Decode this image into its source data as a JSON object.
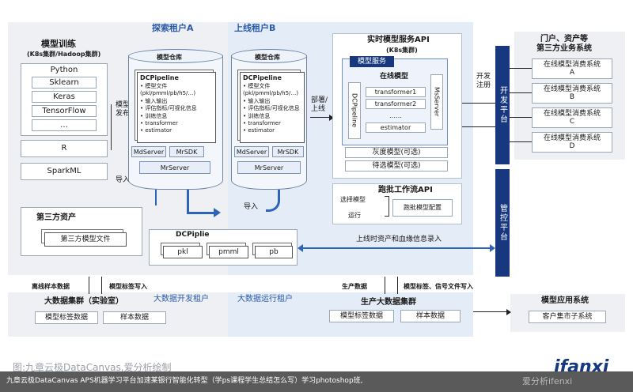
{
  "colors": {
    "dark_blue": "#17387f",
    "accent_blue": "#2a5aa8",
    "zone_grey": "#eef0f3",
    "zone_blue": "#e4ecf7"
  },
  "tenants": {
    "explore": "探索租户A",
    "online": "上线租户B",
    "bigdata_dev": "大数据开发租户",
    "bigdata_run": "大数据运行租户"
  },
  "training": {
    "title": "模型训练",
    "subtitle": "(K8s集群/Hadoop集群)",
    "frameworks": [
      "Python",
      "Sklearn",
      "Keras",
      "TensorFlow",
      "…"
    ],
    "r": "R",
    "sparkml": "SparkML"
  },
  "arrows": {
    "model_publish": "模型\n发布",
    "import_a": "导入",
    "import_b": "导入",
    "deploy": "部署/\n上线",
    "dev_register": "开发\n注册",
    "online_lineage": "上线时资产和血缘信息录入",
    "offline_data": "离线样本数据",
    "label_write": "模型标签写入",
    "prod_data": "生产数据",
    "label_signal": "模型标签、信号文件写入"
  },
  "repo_a": {
    "title": "模型仓库",
    "doc_title": "DCPipeline",
    "doc_items": [
      "• 模型文件",
      "(pkl/pmml/pb/h5/…)",
      "• 输入输出",
      "• 评估指标/可视化信息",
      "• 训练信息",
      "• transformer",
      "• estimator"
    ],
    "md": "MdServer",
    "mr_sdk": "MrSDK",
    "mr_server": "MrServer"
  },
  "repo_b": {
    "title": "模型仓库",
    "doc_title": "DCPipeline",
    "doc_items": [
      "• 模型文件",
      "(pkl/pmml/pb/h5/…)",
      "• 输入输出",
      "• 评估指标/可视化信息",
      "• 训练信息",
      "• transformer",
      "• estimator"
    ],
    "md": "MdServer",
    "mr_sdk": "MrSDK",
    "mr_server": "MrServer"
  },
  "third_party": {
    "title": "第三方资产",
    "file": "第三方模型文件"
  },
  "dcpipline": {
    "title": "DCPiplie",
    "items": [
      "pkl",
      "pmml",
      "pb"
    ]
  },
  "realtime": {
    "title": "实时模型服务API",
    "subtitle": "(K8s集群)",
    "service_tag": "模型服务",
    "online_model": "在线模型",
    "dcpipeline_v": "DCPipeline",
    "msserver_v": "MsServer",
    "stack": [
      "transformer1",
      "transformer2",
      "……",
      "estimator"
    ],
    "gray": "灰度模型(可选)",
    "candidate": "待选模型(可选)"
  },
  "batch": {
    "title": "跑批工作流API",
    "select": "选择模型",
    "run": "运行",
    "config": "跑批模型配置"
  },
  "portal": {
    "title": "门户、资产等\n第三方业务系统",
    "systems": [
      "在线模型消费系统\nA",
      "在线模型消费系统\nB",
      "在线模型消费系统\nC",
      "在线模型消费系统\nD"
    ]
  },
  "dev_platform": "开发平台",
  "control_platform": "管控平台",
  "lab_cluster": {
    "title": "大数据集群（实验室）",
    "tags": "模型标签数据",
    "samples": "样本数据"
  },
  "prod_cluster": {
    "title": "生产大数据集群",
    "tags": "模型标签数据",
    "samples": "样本数据"
  },
  "app_system": {
    "title": "模型应用系统",
    "sub": "客户集市子系统"
  },
  "footer": {
    "figure_caption": "图:九章云极DataCanvas,爱分析绘制",
    "brand": "ifanxi",
    "watermark": "爱分析ifenxi",
    "bottom_caption": "九章云极DataCanvas APS机器学习平台加速某银行智能化转型（学ps课程学生总结怎么写）学习photoshop班,"
  }
}
